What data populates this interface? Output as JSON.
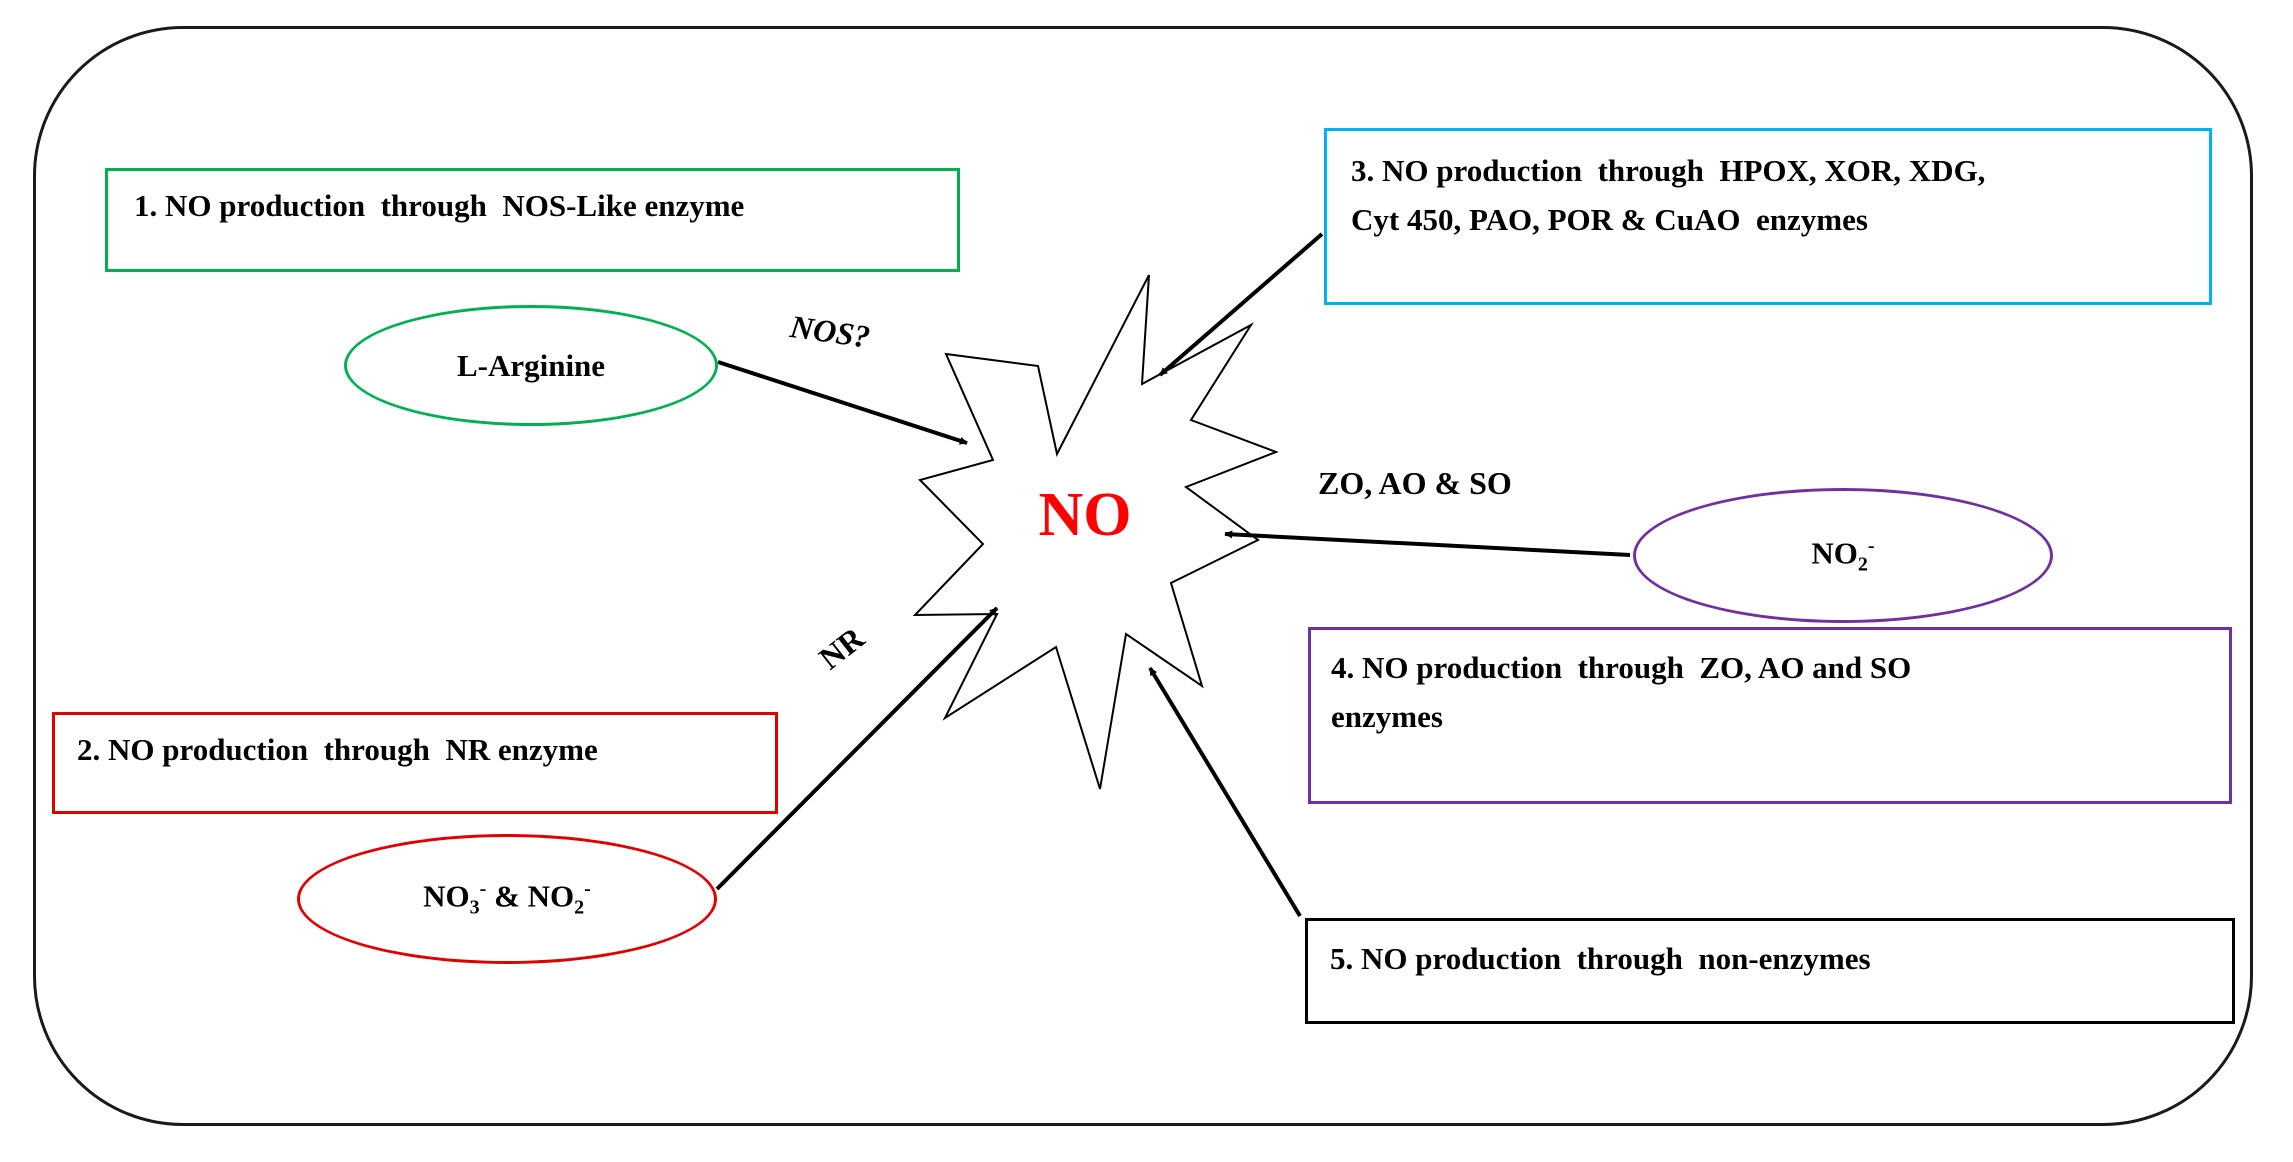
{
  "colors": {
    "green": "#00b050",
    "red": "#e00000",
    "blue": "#00b0f0",
    "purple": "#7030a0",
    "black": "#000000",
    "center_text": "#ff0000"
  },
  "center": {
    "label": "NO"
  },
  "boxes": {
    "box1": "1. NO production  through  NOS-Like enzyme",
    "box2": "2. NO production  through  NR enzyme",
    "box3": "3. NO production  through  HPOX, XOR, XDG,\nCyt 450, PAO, POR & CuAO  enzymes",
    "box4": "4. NO production  through  ZO, AO and SO\nenzymes",
    "box5": "5. NO production  through  non-enzymes"
  },
  "nodes": {
    "l_arginine": "L-Arginine",
    "no3_no2": {
      "a": "NO",
      "a_sub": "3",
      "a_sup": "-",
      "amp": " & ",
      "b": "NO",
      "b_sub": "2",
      "b_sup": "-"
    },
    "no2": {
      "a": "NO",
      "a_sub": "2",
      "a_sup": "-"
    }
  },
  "edge_labels": {
    "nos": "NOS?",
    "nr": "NR",
    "zo_ao_so": "ZO, AO & SO"
  }
}
